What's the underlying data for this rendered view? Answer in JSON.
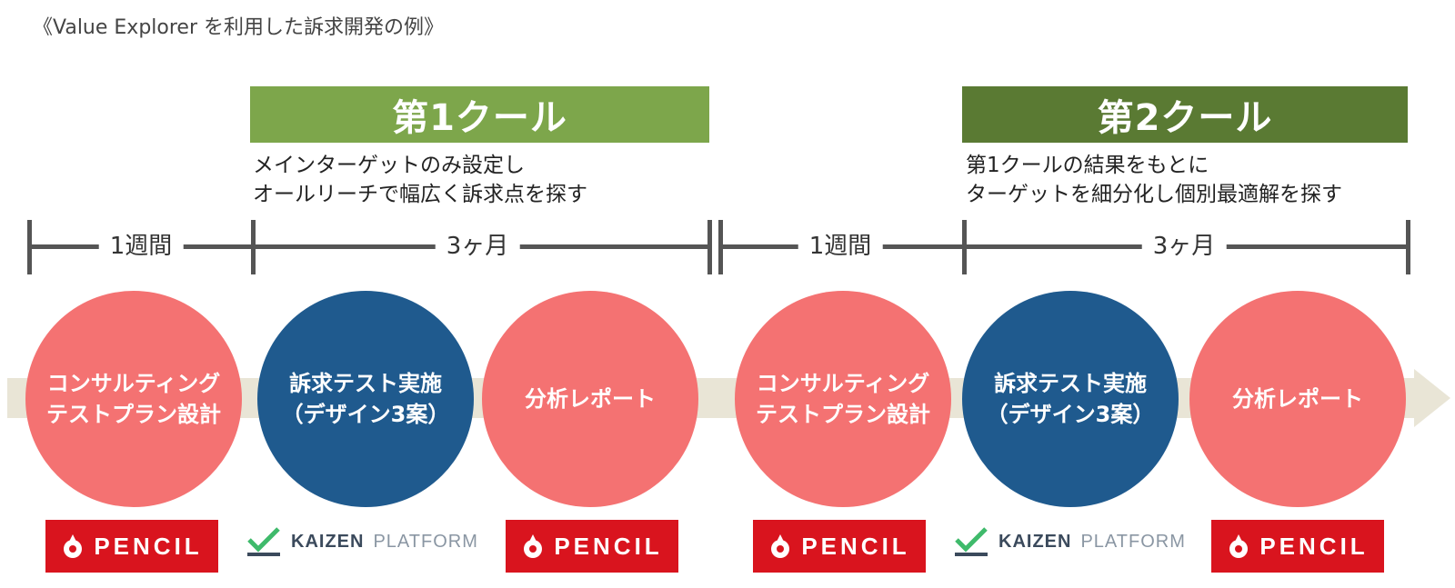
{
  "title": "《Value Explorer を利用した訴求開発の例》",
  "colors": {
    "cool1": "#7da64b",
    "cool2": "#5a7a33",
    "pink": "#f47272",
    "navy": "#1f5a8e",
    "band": "#e9e5d6",
    "pencil_red": "#d9141e"
  },
  "cools": [
    {
      "label": "第1クール",
      "desc": [
        "メインターゲットのみ設定し",
        "オールリーチで幅広く訴求点を探す"
      ]
    },
    {
      "label": "第2クール",
      "desc": [
        "第1クールの結果をもとに",
        "ターゲットを細分化し個別最適解を探す"
      ]
    }
  ],
  "timeline": [
    "1週間",
    "3ヶ月",
    "1週間",
    "3ヶ月"
  ],
  "steps": [
    {
      "lines": [
        "コンサルティング",
        "テストプラン設計"
      ],
      "tool": "PENCIL"
    },
    {
      "lines": [
        "訴求テスト実施",
        "（デザイン3案）"
      ],
      "tool": "KAIZEN PLATFORM"
    },
    {
      "lines": [
        "分析レポート"
      ],
      "tool": "PENCIL"
    },
    {
      "lines": [
        "コンサルティング",
        "テストプラン設計"
      ],
      "tool": "PENCIL"
    },
    {
      "lines": [
        "訴求テスト実施",
        "（デザイン3案）"
      ],
      "tool": "KAIZEN PLATFORM"
    },
    {
      "lines": [
        "分析レポート"
      ],
      "tool": "PENCIL"
    }
  ],
  "logos": {
    "pencil": "PENCIL",
    "kaizen_a": "KAIZEN",
    "kaizen_b": "PLATFORM",
    "pencil_icon": "pencil-logo-icon",
    "kaizen_icon": "kaizen-check-icon"
  }
}
